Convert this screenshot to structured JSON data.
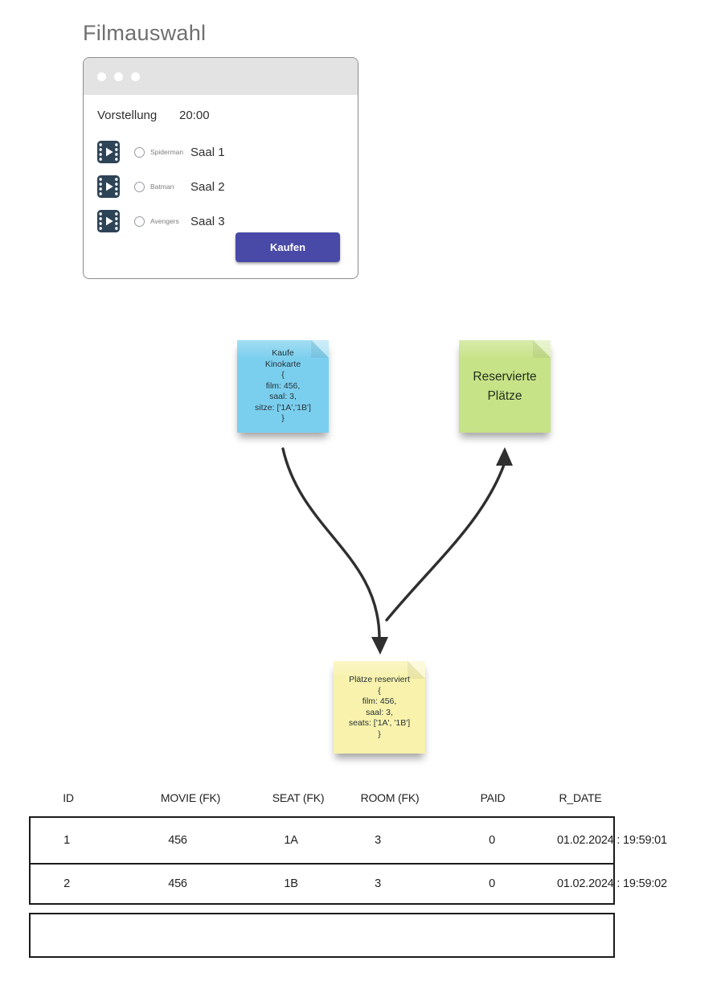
{
  "page": {
    "title": "Filmauswahl"
  },
  "window": {
    "showtime_label": "Vorstellung",
    "showtime_value": "20:00",
    "films": [
      {
        "name": "Spiderman",
        "room": "Saal 1"
      },
      {
        "name": "Batman",
        "room": "Saal 2"
      },
      {
        "name": "Avengers",
        "room": "Saal 3"
      }
    ],
    "buy_button_label": "Kaufen"
  },
  "notes": {
    "buy_request": {
      "color": "#7bcfee",
      "lines": [
        "Kaufe",
        "Kinokarte",
        "{",
        "film: 456,",
        "saal: 3,",
        "sitze: ['1A','1B']",
        "}"
      ]
    },
    "reserved_seats": {
      "color": "#c7e388",
      "lines": [
        "Reservierte",
        "Plätze"
      ]
    },
    "seats_reserved_event": {
      "color": "#f8f2ac",
      "lines": [
        "Plätze reserviert",
        "{",
        "film: 456,",
        "saal: 3,",
        "seats: ['1A', '1B']",
        "}"
      ]
    }
  },
  "table": {
    "columns": [
      "ID",
      "MOVIE (FK)",
      "SEAT (FK)",
      "ROOM (FK)",
      "PAID",
      "R_DATE"
    ],
    "rows": [
      [
        "1",
        "456",
        "1A",
        "3",
        "0",
        "01.02.2024 : 19:59:01"
      ],
      [
        "2",
        "456",
        "1B",
        "3",
        "0",
        "01.02.2024 : 19:59:02"
      ]
    ]
  },
  "colors": {
    "accent_button": "#4949a8",
    "film_icon": "#2d4356",
    "titlebar": "#e3e3e3",
    "arrow": "#2f2f2f",
    "table_border": "#1b1b1b"
  }
}
